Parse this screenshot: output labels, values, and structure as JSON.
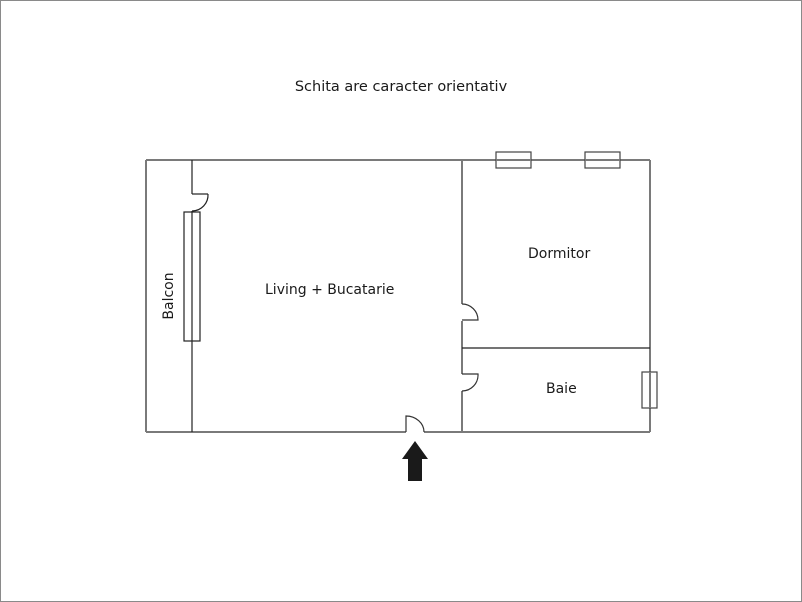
{
  "title": "Schita are caracter orientativ",
  "rooms": {
    "balcon": "Balcon",
    "living": "Living + Bucatarie",
    "dormitor": "Dormitor",
    "baie": "Baie"
  },
  "entrance": {
    "icon": "entrance-arrow-icon"
  },
  "colors": {
    "wall": "#7a7a7a",
    "thin_line": "#222222",
    "arrow": "#1a1a1a",
    "frame": "#8a8a8a"
  }
}
